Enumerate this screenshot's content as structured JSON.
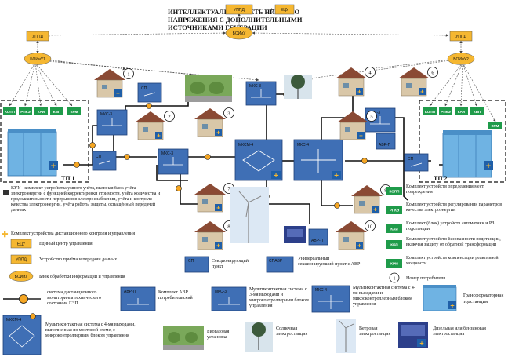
{
  "title": {
    "line1": "ИНТЕЛЛЕКТУАЛЬНАЯ СЕТЬ НИЗШЕГО",
    "line2": "НАПРЯЖЕНИЯ С ДОПОЛНИТЕЛЬНЫМИ",
    "line3": "ИСТОЧНИКАМИ ГЕНЕРАЦИИ"
  },
  "boxes": {
    "eci": "ЕЦУ",
    "uppd": "УППД",
    "bobiu": "БОИиУ",
    "bobiu1": "БОИиУ1",
    "bobiu2": "БОИиУ2",
    "sp": "СП",
    "mks3": "МКС-3",
    "mksm4": "МКСМ-4",
    "mks4": "МКС-4",
    "avrp": "АВР-П",
    "spavr": "СПАВР"
  },
  "green": {
    "kopp": "КОПП",
    "rpke": "РПКЭ",
    "kai": "КАИ",
    "kbp": "КБП",
    "krm": "КРМ"
  },
  "tp": {
    "tp1": "ТП 1",
    "tp2": "ТП 2"
  },
  "consumers": [
    "1",
    "2",
    "3",
    "4",
    "5",
    "6",
    "7",
    "8",
    "9",
    "10"
  ],
  "legend_left": {
    "kuu": "КУУ - комплект устройства умного учёта, включая блок учёта электроэнергии с функцией корректировки стоимости, учёта количества и продолжительности перерывов в электроснабжении, учёта и контроля качества электроэнергии, учёта работы защиты, оснащённый передачей данных",
    "kdku": "Комплект устройства дистанционного контроля и управления",
    "eci": "Единый центр управления",
    "uppd": "Устройство приёма и передачи данных",
    "bobiu": "Блок обработки информации и управления"
  },
  "legend_mid": {
    "sp": "Секционирующий пункт",
    "spavr": "Универсальный секционирующий пункт с АВР"
  },
  "legend_right": {
    "kopp": "Комплект устройств определения мест повреждения",
    "rpke": "Комплект устройств регулирования параметров качества электроэнергии",
    "kai": "Комплект (блок) устройств автоматики и РЗ подстанции",
    "kbp": "Комплект устройств безопасности подстанции, включая защиту от обратной трансформации",
    "krm": "Комплект устройств компенсации реактивной мощности",
    "consumer": "Номер потребителя"
  },
  "legend_bottom": {
    "sdm": "система дистанционного мониторинга технического состояния ЛЭП",
    "avrp": "Комплект АВР потребительский",
    "mks3": "Мультиконтактная система с 3-мя выходами и микроконтроллерным блоком управления",
    "mks4": "Мультиконтактная система с 4-мя выходами и микроконтроллерным блоком управления",
    "tp": "Трансформаторная подстанция",
    "mksm4": "Мультиконтактная система с 4-мя выходами, выполненная по мостовой схеме, с микроконтроллерным блоком управления",
    "bio": "Биогазовая установка",
    "solar": "Солнечная электростанция",
    "wind": "Ветровая электростанция",
    "diesel": "Дизельная или бензиновая электростанция"
  }
}
